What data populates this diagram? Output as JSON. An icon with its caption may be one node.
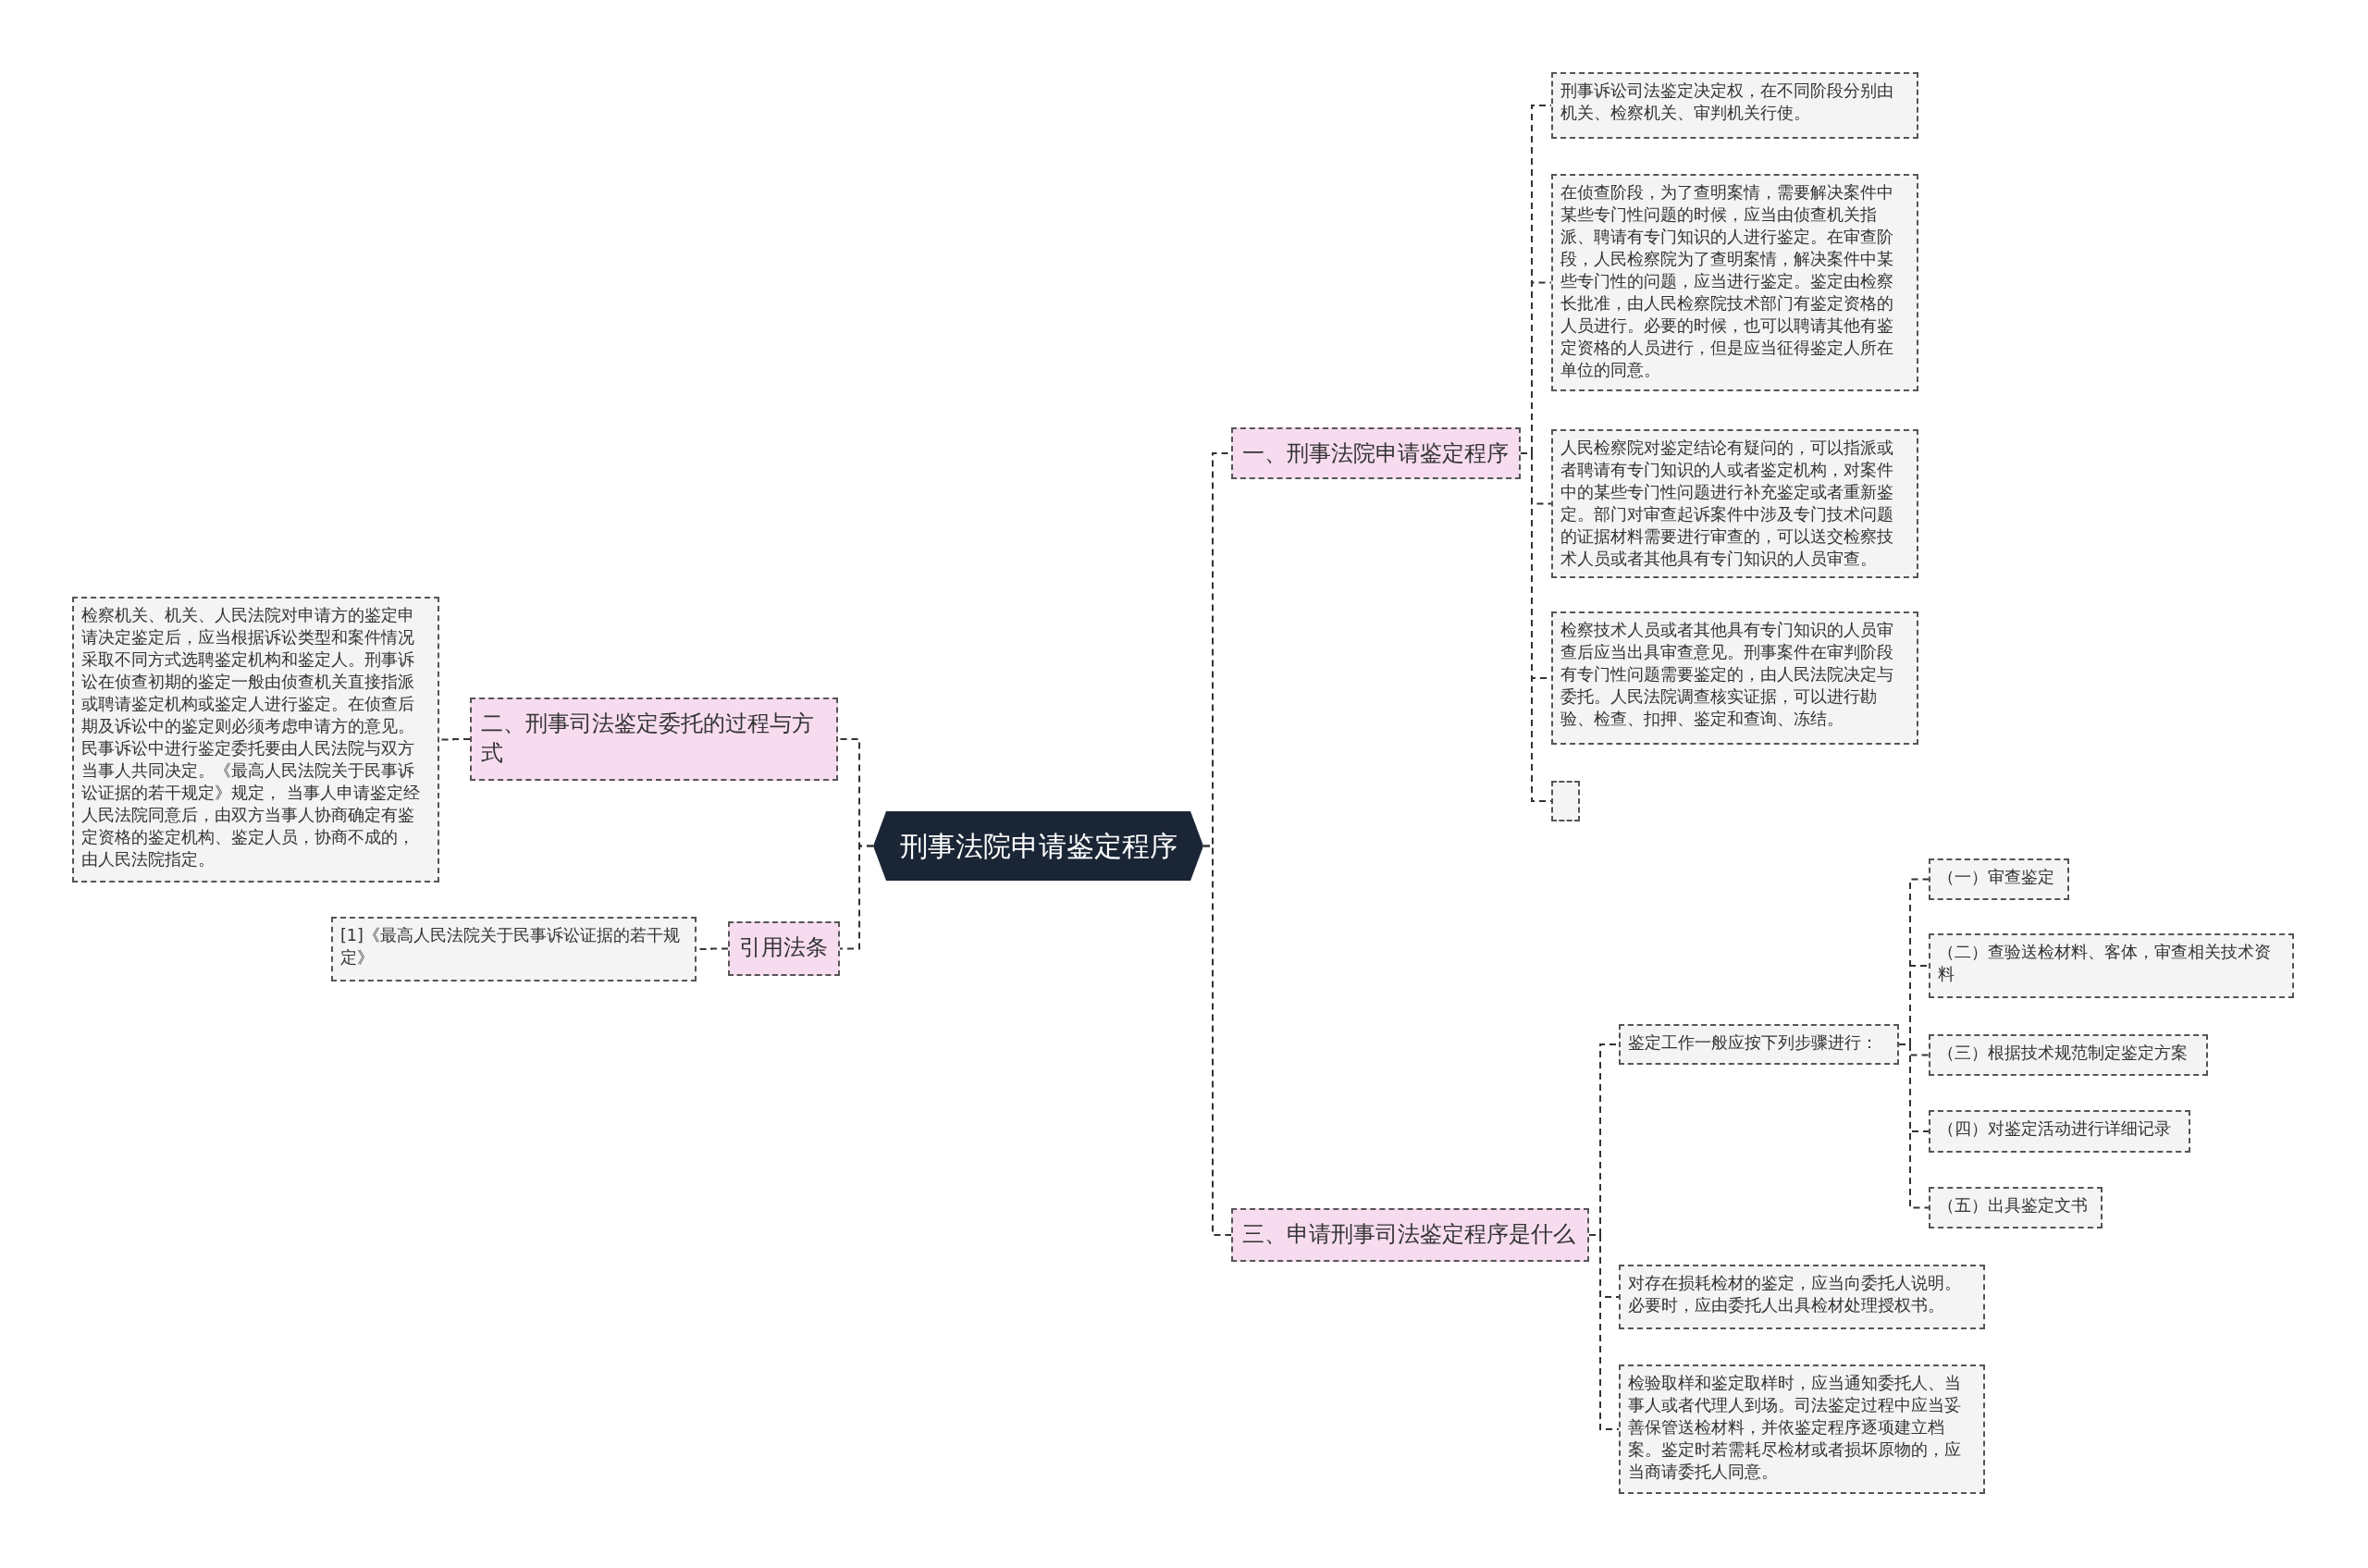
{
  "diagram": {
    "nodes": [
      {
        "text": [
          "刑事法院申请鉴定程序"
        ]
      },
      {
        "text": [
          "一、刑事法院申请鉴定程序"
        ]
      },
      {
        "text": [
          "刑事诉讼司法鉴定决定权，在不同阶段分别由机关、检察机关、审判机关行使。"
        ]
      },
      {
        "text": [
          "在侦查阶段，为了查明案情，需要解决案件中某些专门性问题的时候，应当由侦查机关指派、聘请有专门知识的人进行鉴定。在审查阶段，人民检察院为了查明案情，解决案件中某些专门性的问题，应当进行鉴定。鉴定由检察长批准，由人民检察院技术部门有鉴定资格的人员进行。必要的时候，也可以聘请其他有鉴定资格的人员进行，但是应当征得鉴定人所在单位的同意。"
        ]
      },
      {
        "text": [
          "人民检察院对鉴定结论有疑问的，可以指派或者聘请有专门知识的人或者鉴定机构，对案件中的某些专门性问题进行补充鉴定或者重新鉴定。部门对审查起诉案件中涉及专门技术问题的证据材料需要进行审查的，可以送交检察技术人员或者其他具有专门知识的人员审查。"
        ]
      },
      {
        "text": [
          "检察技术人员或者其他具有专门知识的人员审查后应当出具审查意见。刑事案件在审判阶段有专门性问题需要鉴定的，由人民法院决定与委托。人民法院调查核实证据，可以进行勘验、检查、扣押、鉴定和查询、冻结。"
        ]
      },
      {
        "text": [],
        "shape": "box"
      },
      {
        "text": [
          "三、申请刑事司法鉴定程序是什么"
        ]
      },
      {
        "text": [
          "鉴定工作一般应按下列步骤进行："
        ]
      },
      {
        "text": [
          "（一）审查鉴定"
        ]
      },
      {
        "text": [
          "（二）查验送检材料、客体，审查相关技术资料"
        ]
      },
      {
        "text": [
          "（三）根据技术规范制定鉴定方案"
        ]
      },
      {
        "text": [
          "（四）对鉴定活动进行详细记录"
        ]
      },
      {
        "text": [
          "（五）出具鉴定文书"
        ]
      },
      {
        "text": [
          "对存在损耗检材的鉴定，应当向委托人说明。必要时，应由委托人出具检材处理授权书。"
        ]
      },
      {
        "text": [
          "检验取样和鉴定取样时，应当通知委托人、当事人或者代理人到场。司法鉴定过程中应当妥善保管送检材料，并依鉴定程序逐项建立档案。鉴定时若需耗尽检材或者损坏原物的，应当商请委托人同意。"
        ]
      },
      {
        "text": [
          "二、刑事司法鉴定委托的过程与方式"
        ]
      },
      {
        "text": [
          "检察机关、机关、人民法院对申请方的鉴定申请决定鉴定后，应当根据诉讼类型和案件情况采取不同方式选聘鉴定机构和鉴定人。刑事诉讼在侦查初期的鉴定一般由侦查机关直接指派或聘请鉴定机构或鉴定人进行鉴定。在侦查后期及诉讼中的鉴定则必须考虑申请方的意见。民事诉讼中进行鉴定委托要由人民法院与双方当事人共同决定。《最高人民法院关于民事诉讼证据的若干规定》规定， 当事人申请鉴定经人民法院同意后，由双方当事人协商确定有鉴定资格的鉴定机构、鉴定人员，协商不成的，由人民法院指定。"
        ]
      },
      {
        "text": [
          "引用法条"
        ]
      },
      {
        "text": [
          "[1]《最高人民法院关于民事诉讼证据的若干规定》"
        ]
      }
    ],
    "edges": [
      {
        "from": 0,
        "to": 1,
        "arrow": "none",
        "style": "dashed"
      },
      {
        "from": 0,
        "to": 7,
        "arrow": "none",
        "style": "dashed"
      },
      {
        "from": 0,
        "to": 16,
        "arrow": "none",
        "style": "dashed"
      },
      {
        "from": 0,
        "to": 18,
        "arrow": "none",
        "style": "dashed"
      },
      {
        "from": 1,
        "to": 2,
        "arrow": "none",
        "style": "dashed"
      },
      {
        "from": 1,
        "to": 3,
        "arrow": "none",
        "style": "dashed"
      },
      {
        "from": 1,
        "to": 4,
        "arrow": "none",
        "style": "dashed"
      },
      {
        "from": 1,
        "to": 5,
        "arrow": "none",
        "style": "dashed"
      },
      {
        "from": 1,
        "to": 6,
        "arrow": "none",
        "style": "dashed"
      },
      {
        "from": 7,
        "to": 8,
        "arrow": "none",
        "style": "dashed"
      },
      {
        "from": 8,
        "to": 9,
        "arrow": "none",
        "style": "dashed"
      },
      {
        "from": 8,
        "to": 10,
        "arrow": "none",
        "style": "dashed"
      },
      {
        "from": 8,
        "to": 11,
        "arrow": "none",
        "style": "dashed"
      },
      {
        "from": 8,
        "to": 12,
        "arrow": "none",
        "style": "dashed"
      },
      {
        "from": 8,
        "to": 13,
        "arrow": "none",
        "style": "dashed"
      },
      {
        "from": 7,
        "to": 14,
        "arrow": "none",
        "style": "dashed"
      },
      {
        "from": 7,
        "to": 15,
        "arrow": "none",
        "style": "dashed"
      },
      {
        "from": 16,
        "to": 17,
        "arrow": "none",
        "style": "dashed"
      },
      {
        "from": 18,
        "to": 19,
        "arrow": "none",
        "style": "dashed"
      }
    ]
  }
}
